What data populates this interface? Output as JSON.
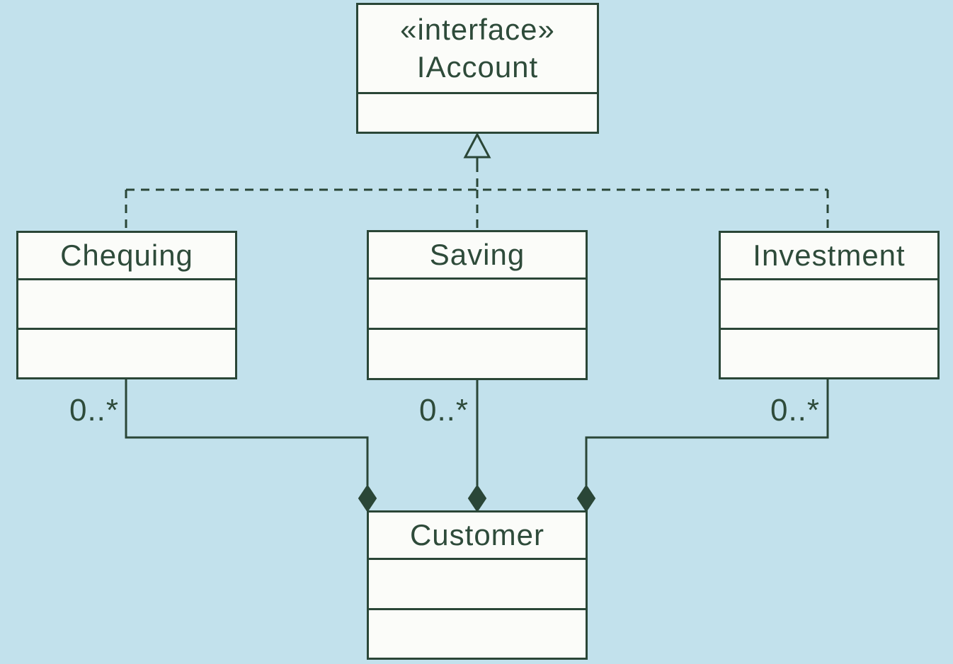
{
  "diagram": {
    "type": "uml-class-diagram",
    "interface_box": {
      "stereotype": "«interface»",
      "name": "IAccount"
    },
    "classes": [
      {
        "name": "Chequing"
      },
      {
        "name": "Saving"
      },
      {
        "name": "Investment"
      }
    ],
    "composite": {
      "name": "Customer"
    },
    "relationships": [
      {
        "type": "realization",
        "from": "Chequing",
        "to": "IAccount"
      },
      {
        "type": "realization",
        "from": "Saving",
        "to": "IAccount"
      },
      {
        "type": "realization",
        "from": "Investment",
        "to": "IAccount"
      },
      {
        "type": "composition",
        "whole": "Customer",
        "part": "Chequing",
        "multiplicity": "0..*"
      },
      {
        "type": "composition",
        "whole": "Customer",
        "part": "Saving",
        "multiplicity": "0..*"
      },
      {
        "type": "composition",
        "whole": "Customer",
        "part": "Investment",
        "multiplicity": "0..*"
      }
    ],
    "colors": {
      "background": "#c2e1ec",
      "box_fill": "#fbfcf9",
      "line": "#2a4637",
      "text": "#2e4b3a"
    }
  }
}
